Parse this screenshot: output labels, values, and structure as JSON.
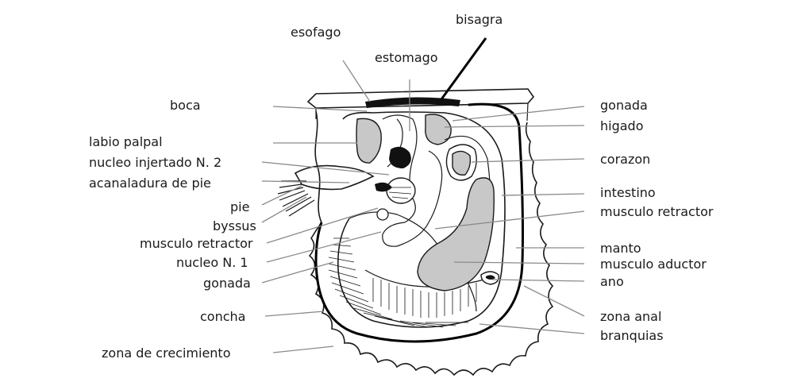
{
  "diagram": {
    "labels": {
      "esofago": "esofago",
      "bisagra": "bisagra",
      "estomago": "estomago",
      "boca": "boca",
      "labio_palpal": "labio palpal",
      "nucleo_injertado": "nucleo injertado N. 2",
      "acanaladura_de_pie": "acanaladura de pie",
      "pie": "pie",
      "byssus": "byssus",
      "musculo_retractor_left": "musculo retractor",
      "nucleo_n1": "nucleo N. 1",
      "gonada_left": "gonada",
      "concha": "concha",
      "zona_de_crecimiento": "zona de crecimiento",
      "gonada_right": "gonada",
      "higado": "higado",
      "corazon": "corazon",
      "intestino": "intestino",
      "musculo_retractor_right": "musculo retractor",
      "manto": "manto",
      "musculo_aductor": "musculo aductor",
      "ano": "ano",
      "zona_anal": "zona anal",
      "branquias": "branquias"
    },
    "colors": {
      "organ_fill": "#c8c8c8",
      "outline": "#1a1a1a",
      "leader": "#8a8a8a",
      "background": "#ffffff"
    }
  }
}
